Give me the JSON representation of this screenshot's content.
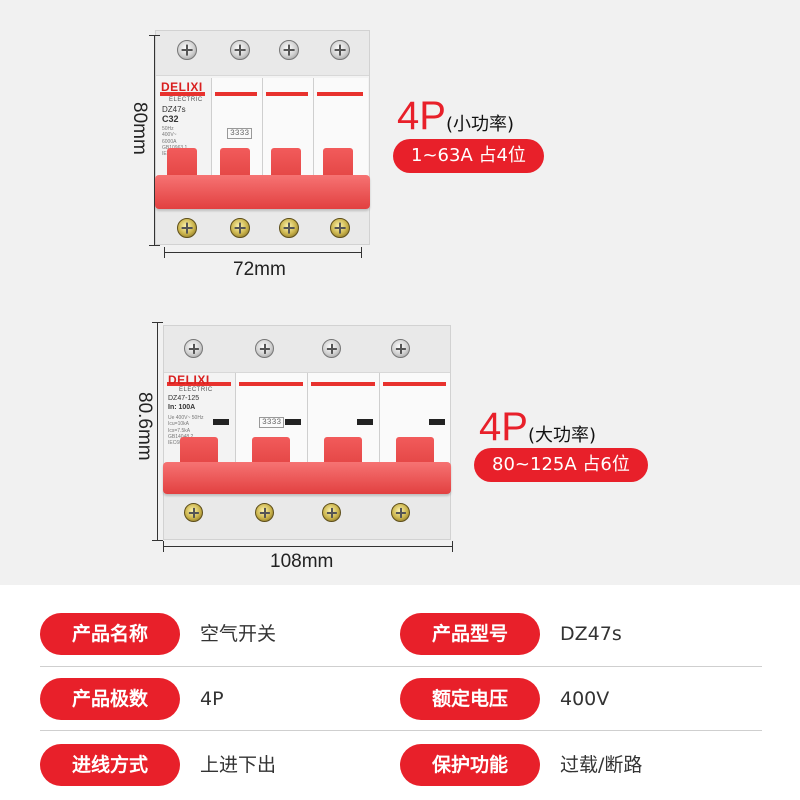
{
  "breakers": [
    {
      "brand": "DELIXI",
      "brand_sub": "ELECTRIC",
      "model": "DZ47s",
      "rating": "C32",
      "small_text": "50Hz\n400V~\n6000A\nGB10963.1\nIEC60898-1",
      "digits": "3333",
      "height_label": "80mm",
      "width_label": "72mm",
      "poles_label": "4P",
      "power_label": "(小功率)",
      "range_label": "1~63A  占4位"
    },
    {
      "brand": "DELIXI",
      "brand_sub": "ELECTRIC",
      "model": "DZ47-125",
      "rating": "In: 100A",
      "small_text": "Ue 400V~ 50Hz\nIcu=10kA\nIcs=7.5kA\nGB14048.2\nIEC60947-2",
      "digits": "3333",
      "height_label": "80.6mm",
      "width_label": "108mm",
      "poles_label": "4P",
      "power_label": "(大功率)",
      "range_label": "80~125A  占6位"
    }
  ],
  "specs": [
    {
      "label": "产品名称",
      "value": "空气开关"
    },
    {
      "label": "产品型号",
      "value": "DZ47s"
    },
    {
      "label": "产品极数",
      "value": "4P"
    },
    {
      "label": "额定电压",
      "value": "400V"
    },
    {
      "label": "进线方式",
      "value": "上进下出"
    },
    {
      "label": "保护功能",
      "value": "过载/断路"
    }
  ],
  "colors": {
    "accent": "#e8202a",
    "lever": "#e0403f",
    "background_top": "#f1f1f1",
    "background_bottom": "#ffffff"
  }
}
